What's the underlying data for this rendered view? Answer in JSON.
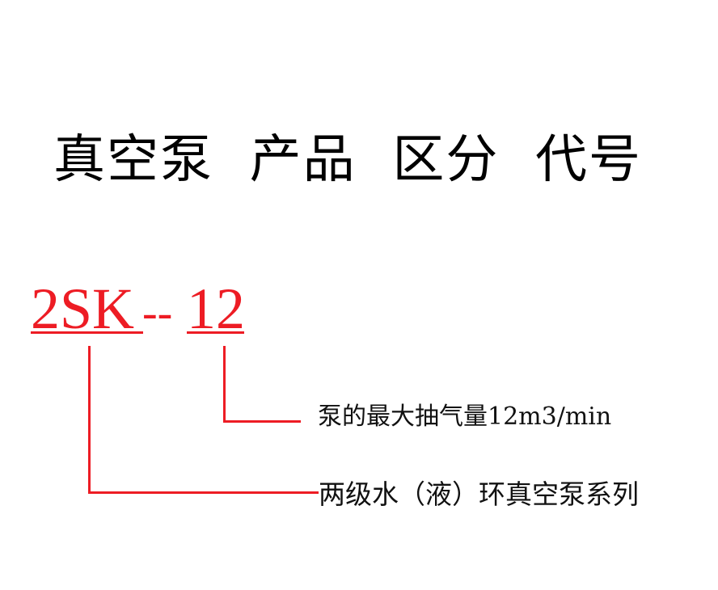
{
  "title": "真空泵  产品  区分  代号",
  "code": {
    "series": "2SK",
    "separator": "--",
    "capacity": "12",
    "color": "#ed1c24"
  },
  "descriptions": {
    "capacity": "泵的最大抽气量12m3/min",
    "series": "两级水（液）环真空泵系列"
  }
}
